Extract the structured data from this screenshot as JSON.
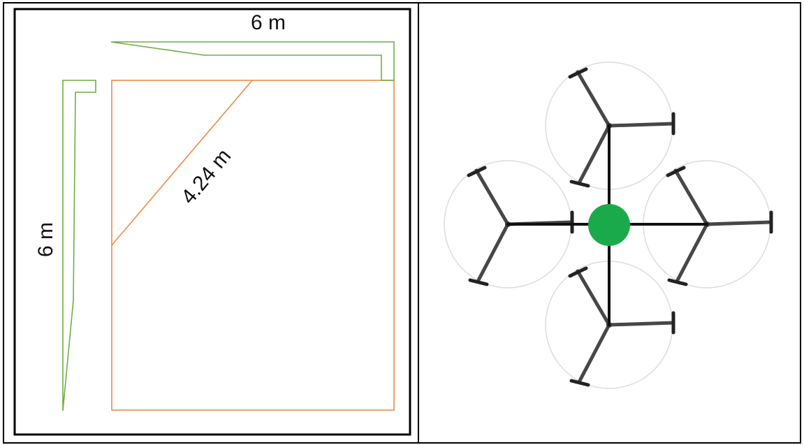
{
  "left_panel": {
    "top_dimension": "6 m",
    "side_dimension": "6 m",
    "diagonal_dimension": "4.24 m"
  },
  "colors": {
    "table_border": "#000000",
    "room_outline": "#ed8a47",
    "dimension_bracket": "#70ad47",
    "hub": "#1aaa4c",
    "arm": "#111111",
    "blade": "#474747",
    "prop_disc": "#dadada"
  },
  "right_panel": {
    "hub_icon": "drone-hub-icon",
    "rotor_icon": "propeller-icon",
    "rotor_count": 4
  }
}
